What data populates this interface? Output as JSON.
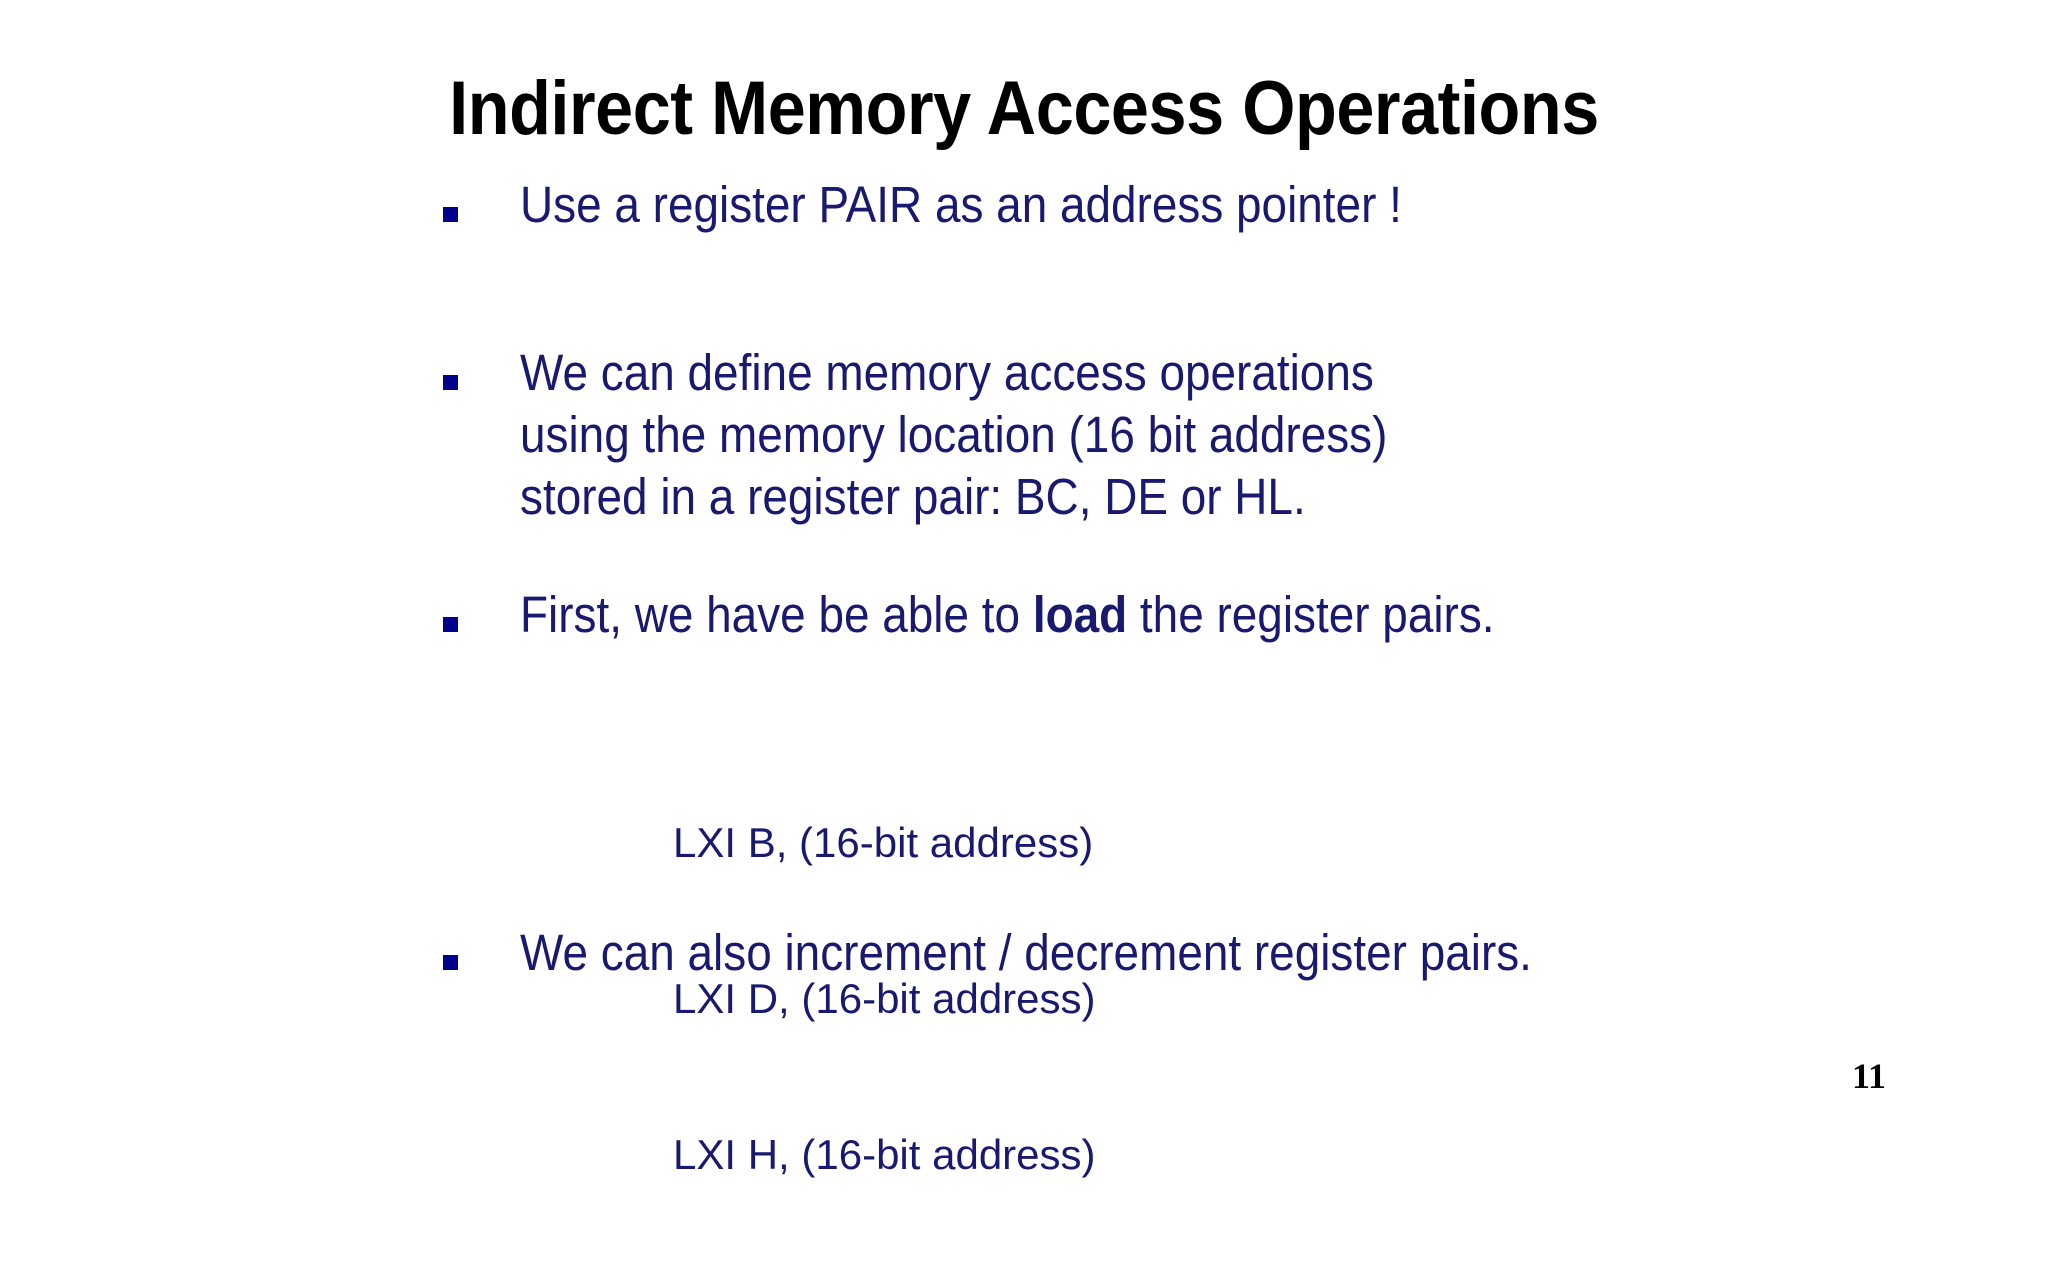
{
  "slide": {
    "background_color": "#ffffff",
    "title": "Indirect Memory Access Operations",
    "title_color": "#000000",
    "body_color": "#191970",
    "bullet_marker_color": "#00008B",
    "page_number": "11"
  },
  "bullets": [
    {
      "marker": "square-bullet",
      "lines": [
        "Use a register PAIR as an address pointer !"
      ]
    },
    {
      "marker": "square-bullet",
      "lines": [
        "We can define memory access operations",
        "using the memory location (16 bit address)",
        "stored in a register pair: BC, DE or HL."
      ]
    },
    {
      "marker": "square-bullet",
      "lead": "First, we have be able to ",
      "emphasis": "load",
      "trail": " the register pairs."
    },
    {
      "marker": "square-bullet",
      "lines": [
        "We can also increment / decrement register pairs."
      ]
    }
  ],
  "code_block": {
    "lines": [
      "LXI B, (16-bit address)",
      "LXI D, (16-bit address)",
      "LXI H, (16-bit address)"
    ]
  }
}
